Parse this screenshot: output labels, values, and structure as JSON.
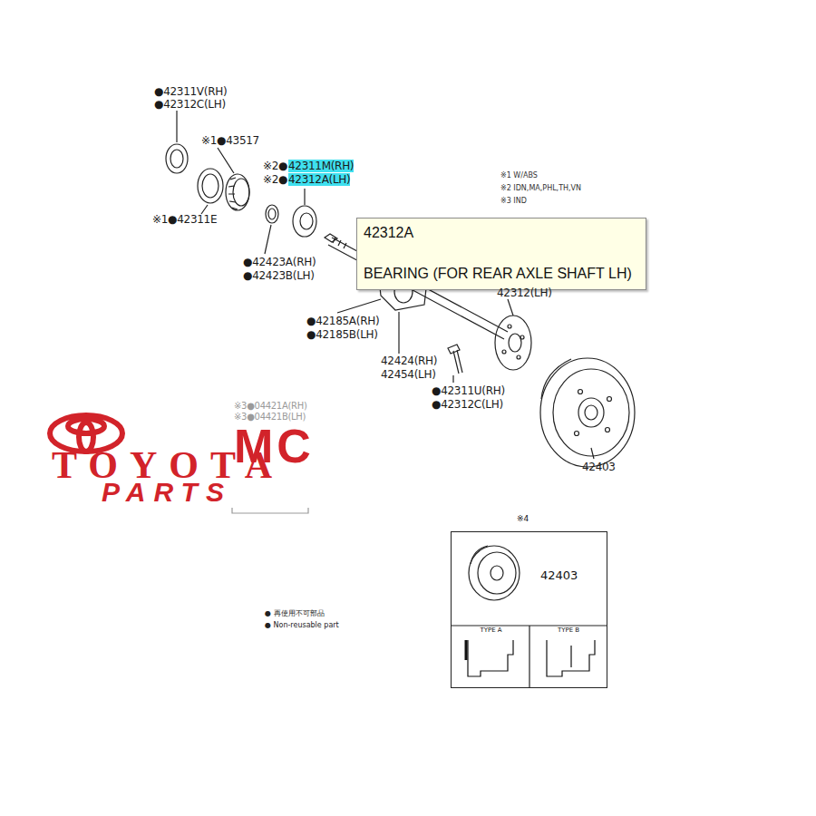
{
  "diagram": {
    "nodes": [
      {
        "text": [
          "42312A",
          "BEARING (FOR REAR AXLE SHAFT LH)"
        ]
      },
      {
        "text": [
          "※4",
          "42403"
        ]
      },
      {
        "text": [
          "TYPE A"
        ],
        "in": 1
      },
      {
        "text": [
          "TYPE B"
        ],
        "in": 1
      }
    ],
    "labels": [
      "●42311V(RH)",
      "●42312C(LH)",
      "※1●43517",
      "※2●",
      "42311M(RH)",
      "※2●",
      "42312A(LH)",
      "※1 W/ABS",
      "※2 IDN,MA,PHL,TH,VN",
      "※3 IND",
      "※1●42311E",
      "●42423A(RH)",
      "●42423B(LH)",
      "42312(LH)",
      "●42185A(RH)",
      "●42185B(LH)",
      "42424(RH)",
      "42454(LH)",
      "●42311U(RH)",
      "●42312C(LH)",
      "42403",
      "※3●04421A(RH)",
      "※3●04421B(LH)",
      "MC",
      "TOYOTA",
      "PARTS",
      "● 再使用不可部品",
      "● Non-reusable part"
    ]
  }
}
